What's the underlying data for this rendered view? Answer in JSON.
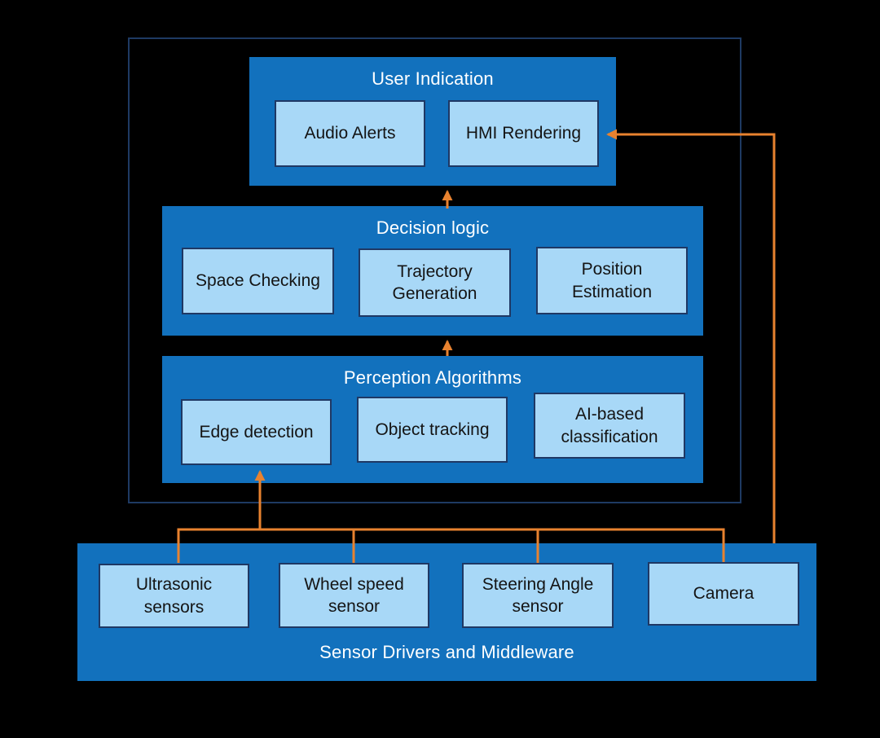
{
  "colors": {
    "background": "#000000",
    "panel_blue": "#1271bd",
    "chip_blue": "#a8d8f7",
    "chip_border": "#1f3864",
    "frame_border": "#1e3a63",
    "arrow_orange": "#e8822f",
    "title_text": "#ffffff",
    "chip_text": "#141414"
  },
  "layers": {
    "user_indication": {
      "title": "User Indication",
      "items": {
        "audio": "Audio Alerts",
        "hmi": "HMI Rendering"
      }
    },
    "decision_logic": {
      "title": "Decision logic",
      "items": {
        "space": "Space Checking",
        "trajectory": "Trajectory Generation",
        "position": "Position Estimation"
      }
    },
    "perception": {
      "title": "Perception Algorithms",
      "items": {
        "edge": "Edge detection",
        "object": "Object tracking",
        "ai": "AI-based classification"
      }
    },
    "sensors": {
      "title": "Sensor Drivers and Middleware",
      "items": {
        "ultrasonic": "Ultrasonic sensors",
        "wheel": "Wheel speed sensor",
        "steering": "Steering Angle sensor",
        "camera": "Camera"
      }
    }
  }
}
